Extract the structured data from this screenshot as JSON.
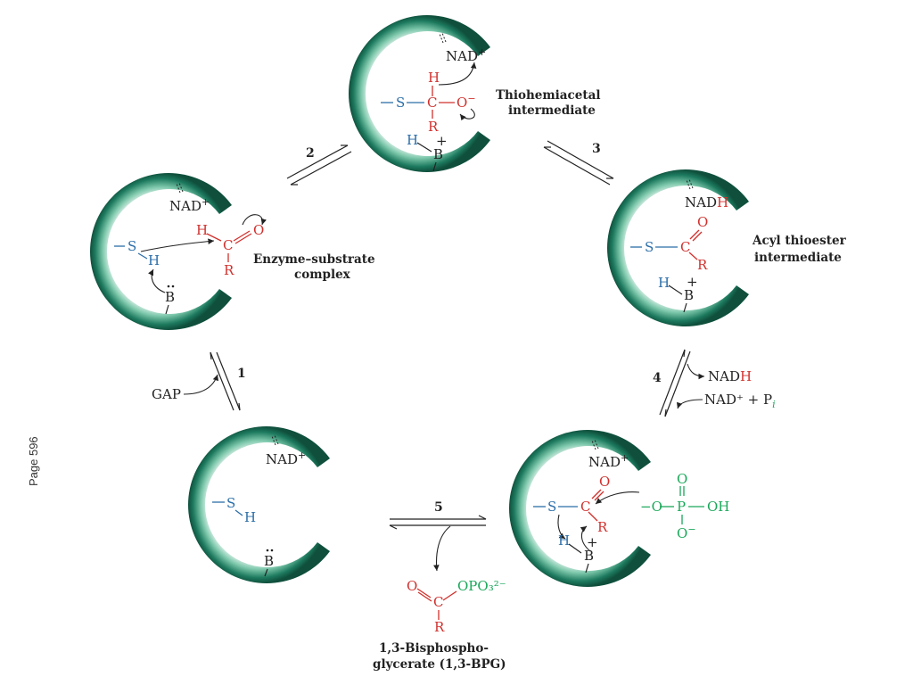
{
  "side_label": "Page 596",
  "states": {
    "thiohemiacetal": {
      "label_line1": "Thiohemiacetal",
      "label_line2": "intermediate"
    },
    "enzyme_substrate": {
      "label_line1": "Enzyme–substrate",
      "label_line2": "complex"
    },
    "acyl_thioester": {
      "label_line1": "Acyl thioester",
      "label_line2": "intermediate"
    }
  },
  "step_numbers": [
    "1",
    "2",
    "3",
    "4",
    "5"
  ],
  "reagents": {
    "gap": "GAP",
    "nadh_out": "NADH",
    "nad_pi_in": "NAD⁺ + P",
    "pi_sub": "i"
  },
  "product": {
    "name_line1": "1,3-Bisphospho-",
    "name_line2": "glycerate (1,3-BPG)",
    "group": "OPO₃²⁻"
  },
  "colors": {
    "enzyme": "#1a7a5e",
    "substrate": "#d0312d",
    "thiol": "#2b6ea8",
    "phosphate": "#1aa85a"
  }
}
